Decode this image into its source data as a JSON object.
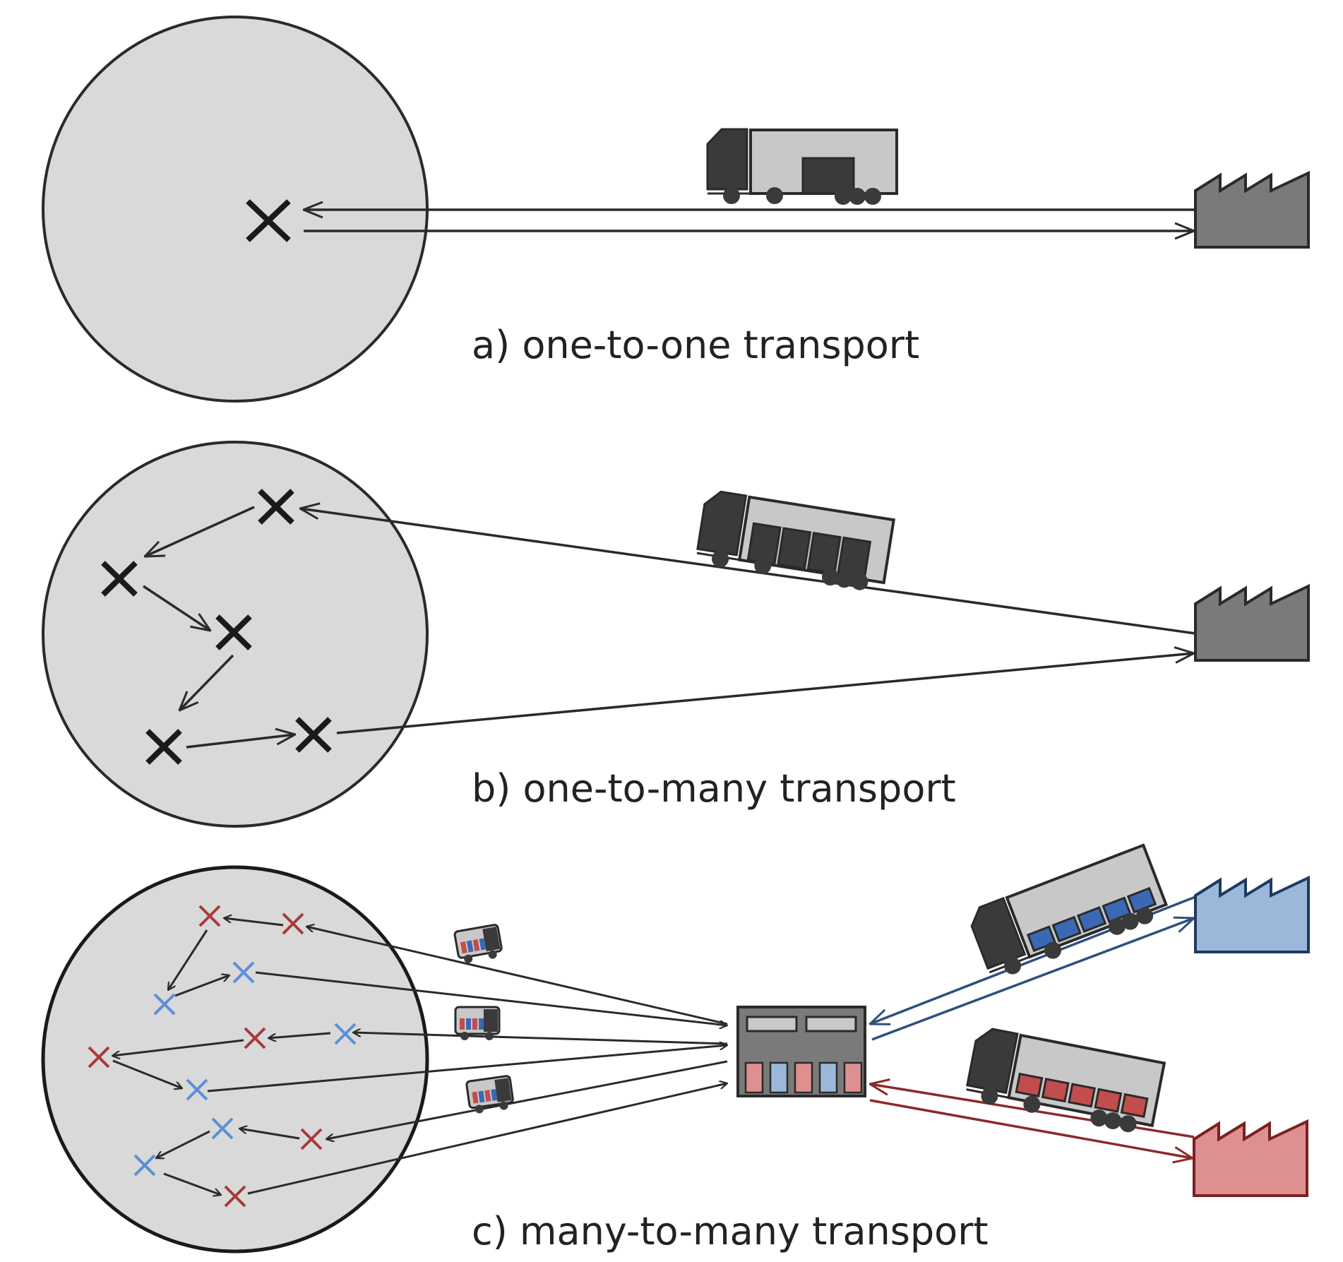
{
  "captions": {
    "a": "a) one-to-one transport",
    "b": "b) one-to-many transport",
    "c": "c) many-to-many transport"
  },
  "colors": {
    "background": "#ffffff",
    "region_fill": "#d9d9d9",
    "outline": "#2a2a2a",
    "factory_gray": "#7a7a7a",
    "factory_blue": "#9bb8db",
    "factory_red": "#de8f8f",
    "marker_black": "#1a1a1a",
    "marker_red": "#a83a3a",
    "marker_blue": "#5b8fd6",
    "route_blue": "#2d4f7f",
    "route_red": "#8b2a2a",
    "truck_cab": "#3a3a3a",
    "truck_trailer": "#c8c8c8",
    "cargo_blue": "#3a68b4",
    "cargo_red": "#c24d4d"
  },
  "icons": {
    "factory": "factory-icon",
    "truck": "truck-icon",
    "van": "van-icon",
    "hub": "warehouse-icon",
    "location": "x-marker-icon"
  }
}
